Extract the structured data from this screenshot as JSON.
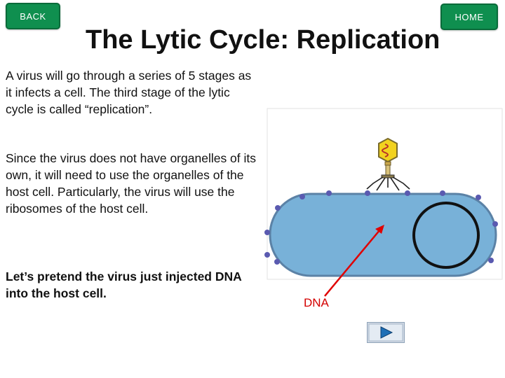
{
  "nav": {
    "back_label": "BACK",
    "home_label": "HOME"
  },
  "slide": {
    "title": "The Lytic Cycle: Replication",
    "paragraph1": "A virus will go through a series of 5 stages as it infects a cell. The third stage of the lytic cycle is called “replication”.",
    "paragraph2": "Since the virus does not have organelles of its own, it will need to use the organelles of the host cell. Particularly, the virus will use the ribosomes of the host cell.",
    "paragraph3": "Let’s pretend the virus just injected DNA into the host cell."
  },
  "diagram": {
    "dna_label": "DNA",
    "colors": {
      "cell_fill": "#78b1d8",
      "cell_outline": "#5b82a6",
      "ribosome": "#5a5ab0",
      "nucleus_ring": "#111111",
      "arrow": "#e00000",
      "virus_head": "#f2d21e",
      "virus_spiral": "#b8302a"
    },
    "icons": [
      "bacteriophage-icon",
      "play-next-icon"
    ]
  },
  "controls": {
    "next_icon": "play-next-icon",
    "button_color": "#1f6fb6",
    "button_bg": "#cfd8e3"
  }
}
